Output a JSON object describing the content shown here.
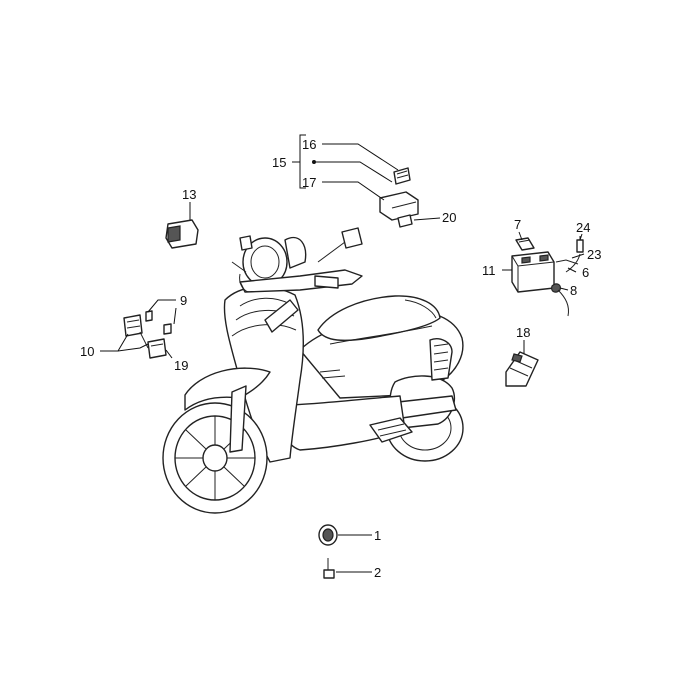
{
  "callouts": {
    "c1": "1",
    "c2": "2",
    "c6": "6",
    "c7": "7",
    "c8": "8",
    "c9": "9",
    "c10": "10",
    "c11": "11",
    "c13": "13",
    "c15": "15",
    "c16": "16",
    "c17": "17",
    "c18": "18",
    "c19": "19",
    "c20": "20",
    "c23": "23",
    "c24": "24"
  }
}
